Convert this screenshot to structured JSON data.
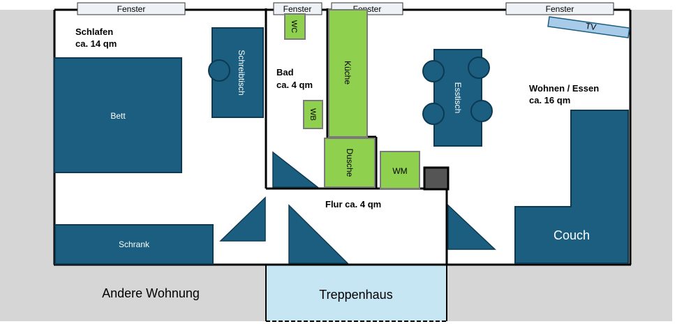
{
  "colors": {
    "furniture": "#1b5e80",
    "furniture_stroke": "#0d3a52",
    "sanitary": "#8fd14f",
    "sanitary_stroke": "#7a7a7a",
    "neighbor": "#d6d6d6",
    "stairwell": "#c6e6f3",
    "window": "#eef2f6",
    "tv": "#a7cbe8",
    "wall": "#000000",
    "dark_box": "#555555"
  },
  "windows": [
    "Fenster",
    "Fenster",
    "Fenster",
    "Fenster"
  ],
  "rooms": {
    "schlafen": {
      "name": "Schlafen",
      "area": "ca. 14 qm"
    },
    "bad": {
      "name": "Bad",
      "area": "ca. 4 qm"
    },
    "wohnen": {
      "name": "Wohnen / Essen",
      "area": "ca. 16 qm"
    },
    "flur": {
      "label": "Flur ca. 4 qm"
    }
  },
  "furniture": {
    "bett": "Bett",
    "schreibtisch": "Schreibtisch",
    "schrank": "Schrank",
    "kueche": "Küche",
    "esstisch": "Esstisch",
    "tv": "TV",
    "couch": "Couch",
    "wc": "WC",
    "wb": "WB",
    "dusche": "Dusche",
    "wm": "WM"
  },
  "surroundings": {
    "andere_wohnung": "Andere Wohnung",
    "treppenhaus": "Treppenhaus"
  }
}
